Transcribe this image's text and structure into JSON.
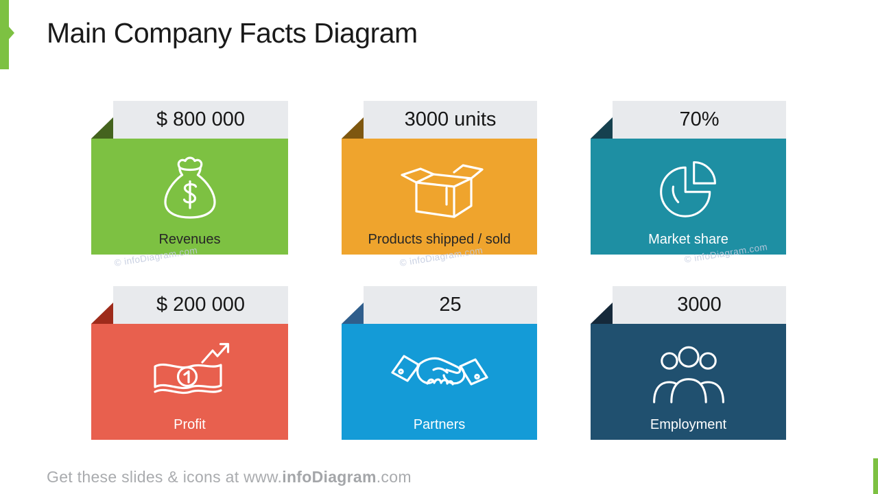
{
  "slide": {
    "title": "Main Company Facts Diagram",
    "accent_color": "#7DC142",
    "background": "#FFFFFF"
  },
  "header_style": {
    "background": "#E8EAED",
    "text_color": "#161616"
  },
  "cards": [
    {
      "value": "$ 800 000",
      "label": "Revenues",
      "icon": "money-bag-icon",
      "colors": {
        "body": "#7DC142",
        "fold": "#44631E",
        "label_text": "#262626"
      }
    },
    {
      "value": "3000 units",
      "label": "Products shipped / sold",
      "icon": "open-box-icon",
      "colors": {
        "body": "#EFA42D",
        "fold": "#7E5710",
        "label_text": "#262626"
      }
    },
    {
      "value": "70%",
      "label": "Market share",
      "icon": "pie-chart-icon",
      "colors": {
        "body": "#1E8FA3",
        "fold": "#16414F",
        "label_text": "#FFFFFF"
      }
    },
    {
      "value": "$ 200 000",
      "label": "Profit",
      "icon": "money-bill-icon",
      "colors": {
        "body": "#E8604E",
        "fold": "#9E2B1B",
        "label_text": "#FFFFFF"
      }
    },
    {
      "value": "25",
      "label": "Partners",
      "icon": "handshake-icon",
      "colors": {
        "body": "#149BD7",
        "fold": "#2F5E8C",
        "label_text": "#FFFFFF"
      }
    },
    {
      "value": "3000",
      "label": "Employment",
      "icon": "people-group-icon",
      "colors": {
        "body": "#20506F",
        "fold": "#15293A",
        "label_text": "#FFFFFF"
      }
    }
  ],
  "watermark": {
    "text": "© infoDiagram.com",
    "color": "#C3CBDF"
  },
  "footer": {
    "prefix": "Get these slides & icons at www.",
    "brand": "infoDiagram",
    "suffix": ".com",
    "color": "#A9ABAE"
  }
}
